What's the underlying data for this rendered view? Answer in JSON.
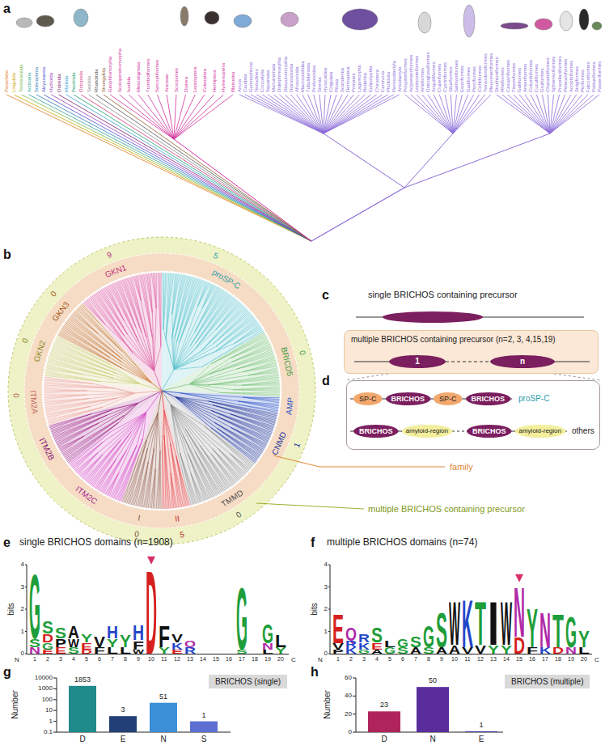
{
  "diagram": {
    "nodes": [
      {
        "text": [
          "multiple BRICHOS containing precursor (n=2, 3, 4,15,19)"
        ]
      },
      {
        "text": [
          "1"
        ],
        "in": 0
      },
      {
        "text": [
          "n"
        ],
        "in": 0
      },
      {
        "text": [
          "proSP-C",
          "others"
        ]
      },
      {
        "text": [
          "SP-C"
        ],
        "in": 3
      },
      {
        "text": [
          "BRICHOS"
        ],
        "in": 3
      },
      {
        "text": [
          "SP-C"
        ],
        "in": 3
      },
      {
        "text": [
          "BRICHOS"
        ],
        "in": 3
      },
      {
        "text": [
          "BRICHOS"
        ],
        "in": 3
      },
      {
        "text": [
          "amyloid-region"
        ],
        "in": 3
      },
      {
        "text": [
          "BRICHOS"
        ],
        "in": 3
      },
      {
        "text": [
          "amyloid-region"
        ],
        "in": 3
      },
      {
        "text": [
          "BRICHOS (single)"
        ]
      },
      {
        "text": [
          "BRICHOS (multiple)"
        ]
      }
    ],
    "labels": [
      "a",
      "b",
      "c",
      "d",
      "e",
      "f",
      "g",
      "h",
      "Parachela",
      "Lingulida",
      "Terebratulida",
      "Actiniaria",
      "Scleractinia",
      "Alcyonacea",
      "Hydroida",
      "Ostreida",
      "Mytilida",
      "Pectinida",
      "Octopoda",
      "Sepiida",
      "Rhabditida",
      "Strongylida",
      "Geophilomorpha",
      "Scolopendromorpha",
      "Ixodida",
      "Mesostigmata",
      "Trombidiformes",
      "Sarcoptiformes",
      "Araneae",
      "Scorpiones",
      "Diptera",
      "Lepidoptera",
      "Coleoptera",
      "Hemiptera",
      "Hymenoptera",
      "Blattodea",
      "Anura",
      "Caudata",
      "Gymnophiona",
      "Testudines",
      "Crocodylia",
      "Squamata",
      "Monotremata",
      "Didelphimorphia",
      "Dasyuromorphia",
      "Diprotodontia",
      "Afrosoricida",
      "Macroscelidea",
      "Tubulidentata",
      "Proboscidea",
      "Sirenia",
      "Hyracoidea",
      "Cingulata",
      "Pilosa",
      "Scandentia",
      "Dermoptera",
      "Primates",
      "Lagomorpha",
      "Rodentia",
      "Eulipotyphla",
      "Chiroptera",
      "Carnivora",
      "Pholidota",
      "Perissodactyla",
      "Artiodactyla",
      "Polypteriformes",
      "Acipenseriformes",
      "Lepisosteiformes",
      "Amiiformes",
      "Osteoglossiformes",
      "Anguilliformes",
      "Clupeiformes",
      "Cypriniformes",
      "Siluriformes",
      "Salmoniformes",
      "Esociformes",
      "Gadiformes",
      "Perciformes",
      "Cichliformes",
      "Tetraodontiformes",
      "Pleuronectiformes",
      "Struthioniformes",
      "Rheiformes",
      "Casuariiformes",
      "Tinamiformes",
      "Galliformes",
      "Anseriformes",
      "Columbiformes",
      "Cuculiformes",
      "Gruiformes",
      "Charadriiformes",
      "Sphenisciformes",
      "Procellariiformes",
      "Pelecaniformes",
      "Accipitriformes",
      "Strigiformes",
      "Piciformes",
      "Falconiformes",
      "Psittaciformes",
      "Passeriformes",
      "proSP-C",
      "BRICD5",
      "AMP",
      "CNMD",
      "TMMD",
      "II",
      "I",
      "ITM2C",
      "ITM2B",
      "ITM2A",
      "GKN2",
      "GKN3",
      "GKN1",
      "5",
      "0",
      "1",
      "0",
      "5",
      "0",
      "0",
      "0",
      "0",
      "9",
      "family",
      "multiple BRICHOS containing precursor",
      "single BRICHOS containing precursor",
      "single BRICHOS domains (n=1908)",
      "bits",
      "0",
      "1",
      "2",
      "3",
      "4",
      "1",
      "2",
      "3",
      "4",
      "5",
      "6",
      "7",
      "8",
      "9",
      "10",
      "11",
      "12",
      "13",
      "14",
      "15",
      "16",
      "17",
      "18",
      "19",
      "20",
      "N",
      "C",
      "G",
      "S",
      "N",
      "S",
      "D",
      "G",
      "E",
      "S",
      "P",
      "E",
      "A",
      "W",
      "S",
      "Y",
      "E",
      "D",
      "V",
      "F",
      "H",
      "Y",
      "L",
      "Y",
      "L",
      "H",
      "F",
      "W",
      "D",
      "F",
      "Y",
      "V",
      "K",
      "E",
      "Q",
      "R",
      "G",
      "S",
      "G",
      "N",
      "L",
      "L",
      "Y",
      "multiple BRICHOS domains (n=74)",
      "bits",
      "0",
      "1",
      "2",
      "3",
      "4",
      "1",
      "2",
      "3",
      "4",
      "5",
      "6",
      "7",
      "8",
      "9",
      "10",
      "11",
      "12",
      "13",
      "14",
      "15",
      "16",
      "17",
      "18",
      "19",
      "20",
      "N",
      "C",
      "E",
      "V",
      "P",
      "Q",
      "R",
      "K",
      "R",
      "K",
      "G",
      "S",
      "E",
      "A",
      "L",
      "G",
      "G",
      "S",
      "S",
      "A",
      "G",
      "S",
      "S",
      "A",
      "W",
      "A",
      "K",
      "V",
      "T",
      "V",
      "I",
      "Y",
      "W",
      "Y",
      "N",
      "D",
      "Y",
      "F",
      "N",
      "K",
      "T",
      "D",
      "G",
      "N",
      "Y",
      "L",
      "Number",
      "0.1",
      "1",
      "10",
      "100",
      "1000",
      "10000",
      "1853",
      "3",
      "51",
      "1",
      "D",
      "E",
      "N",
      "S",
      "Number",
      "0",
      "20",
      "40",
      "60",
      "23",
      "50",
      "1",
      "D",
      "N",
      "E"
    ]
  }
}
